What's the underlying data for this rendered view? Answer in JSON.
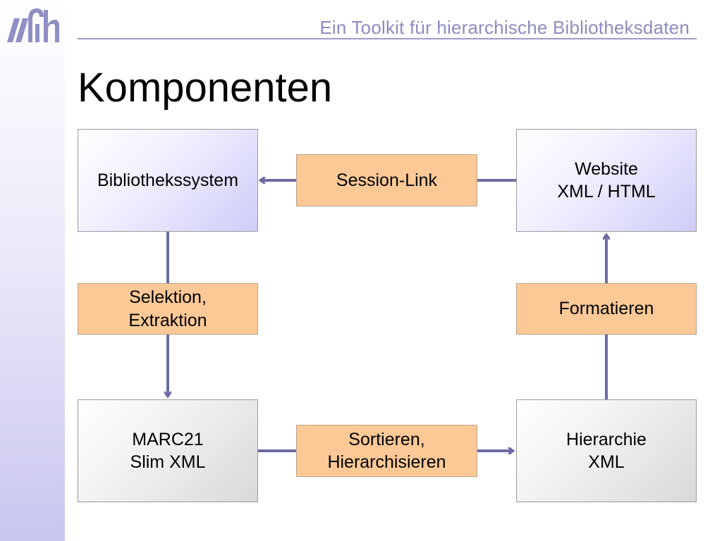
{
  "header": {
    "title": "Ein Toolkit für hierarchische Bibliotheksdaten"
  },
  "page": {
    "title": "Komponenten"
  },
  "nodes": {
    "bibliothekssystem": "Bibliothekssystem",
    "website": "Website\nXML / HTML",
    "session_link": "Session-Link",
    "selektion": "Selektion,\nExtraktion",
    "formatieren": "Formatieren",
    "marc21": "MARC21\nSlim XML",
    "sortieren": "Sortieren,\nHierarchisieren",
    "hierarchie": "Hierarchie\nXML"
  },
  "colors": {
    "arrow": "#6c6ca3",
    "process_fill": "#fcc996",
    "header_text": "#8c8cbf"
  }
}
